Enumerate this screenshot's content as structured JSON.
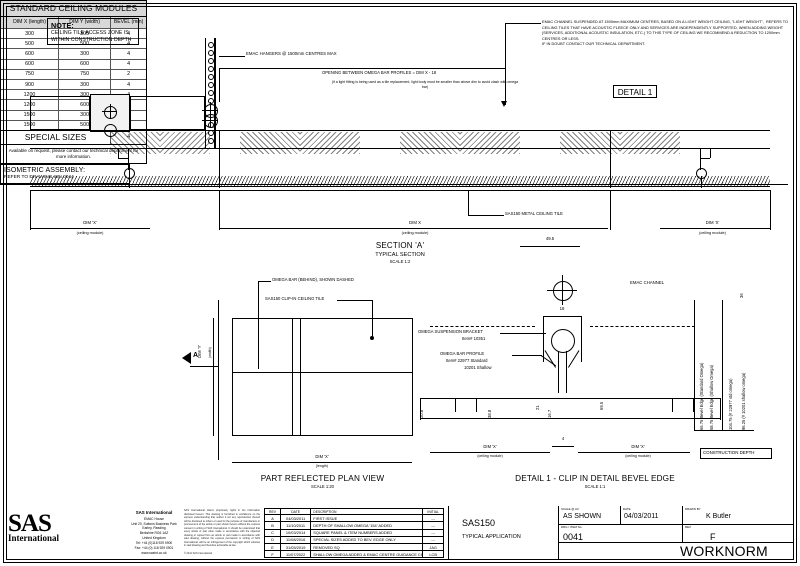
{
  "note_box": {
    "heading": "NOTE:",
    "body": "CEILING TILE ACCESS ZONE IS WITHIN CONSTRUCTION DEPTH"
  },
  "top_note": "EMAC CHANNEL SUSPENDED AT 1500mm MAXIMUM CENTRES, BASED ON A LIGHT WEIGHT CEILING, \"LIGHT WEIGHT\",  REFERS TO CEILING TILES THAT HAVE ACOUSTIC FLEECE ONLY AND SERVICES ARE INDEPENDENTLY SUPPORTED, WHEN ADDING WEIGHT (SERVICES, ADDITIONAL ACOUSTIC INSULATION, ETC.) TO THIS TYPE OF CEILING WE RECOMMEND A REDUCTION TO 1200mm CENTRES OR LESS.\nIF IN DOUBT CONTACT OUR TECHNICAL DEPARTMENT.",
  "detail_tag": "DETAIL 1",
  "callouts": {
    "hangers": "EMAC HANGERS @ 1500mm CENTRES MAX",
    "opening": "OPENING BETWEEN OMEGA BAR PROFILES = DIM X - 18",
    "opening_sub": "(if a light fitting is being used as a tile replacement, light body must be smaller than above dim to avoid clash with omega bar)",
    "metal_tile": "SAS150 METAL CEILING TILE",
    "omega_behind": "OMEGA BAR (BEHIND), SHOWN DASHED",
    "clip_in_tile": "SAS150 CLIP-IN CEILING TILE",
    "emac_channel": "EMAC CHANNEL",
    "suspension_bracket": "OMEGA SUSPENSION BRACKET",
    "suspension_bracket_item": "Item# 10351",
    "omega_profile": "OMEGA BAR PROFILE",
    "omega_profile_std": "Item# 22977  Standard",
    "omega_profile_shallow": "10201   Shallow",
    "construction_depth": "CONSTRUCTION DEPTH",
    "section_marker": "A"
  },
  "dimensions": {
    "dim_x": "DIM X",
    "dim_x_quote": "DIM 'X'",
    "dim_y_quote": "DIM 'Y'",
    "ceiling_module": "(ceiling module)",
    "length": "(length)",
    "width": "(width)",
    "d49_5": "49.5",
    "d18": "18",
    "d20_8": "20.8",
    "d38_8": "38.8",
    "d36": "36",
    "d21": "21",
    "d16_7": "16.7",
    "d69_5": "69.5",
    "d4": "4",
    "bevel_std": "66.75 Bevel Edge (Standard Omega)",
    "bevel_shallow": "58.75 Bevel Edge (Shallow Omega)",
    "depth_std": "104.75 (# 22977 std omega)",
    "depth_shallow": "96.25 (# 10201 shallow omega)"
  },
  "table": {
    "title": "STANDARD CEILING MODULES",
    "headers": [
      "DIM X (length)",
      "DIM Y (width)",
      "BEVEL (mm)"
    ],
    "rows": [
      [
        "300",
        "300",
        "4"
      ],
      [
        "500",
        "500",
        "4"
      ],
      [
        "600",
        "300",
        "4"
      ],
      [
        "600",
        "600",
        "4"
      ],
      [
        "750",
        "750",
        "2"
      ],
      [
        "900",
        "300",
        "4"
      ],
      [
        "1200",
        "300",
        "4"
      ],
      [
        "1200",
        "600",
        "4"
      ],
      [
        "1500",
        "300",
        "4"
      ],
      [
        "1500",
        "500",
        "4"
      ]
    ],
    "special_label": "SPECIAL SIZES",
    "special_bevel": "4",
    "footer": "Available on request, please contact our technical department for more information."
  },
  "isometric": {
    "heading": "ISOMETRIC ASSEMBLY:",
    "body": "REFER TO DRAWING WN 0044"
  },
  "view_titles": {
    "section_a": "SECTION 'A'",
    "section_a_sub": "TYPICAL SECTION",
    "section_a_scale": "SCALE 1:2",
    "plan": "PART REFLECTED PLAN VIEW",
    "plan_scale": "SCALE 1:20",
    "detail": "DETAIL 1 - CLIP IN DETAIL BEVEL EDGE",
    "detail_scale": "SCALE 1:1"
  },
  "company": {
    "logo": "SAS",
    "logo_sub": "International",
    "name": "SAS International",
    "address": "EMAC House\nUnit 20, Suttons Business Park\nEarley, Reading\nBerkshire RG6 1AZ\nUnited Kingdom\nTel: +44 (0)118 929 0900\nFax: +44 (0) 118 929 0901\nwww.sasint.co.uk",
    "legal": "SAS International claims proprietary rights in the information disclosed hereon. This drawing is furnished in confidence on the express understanding that neither it nor any reproduction thereof will be disclosed to others or used for the purpose of manufacture or procurement of the article or part shown hereon without the express consent in writing of SAS International. It should be understood that every article or part other made in accordance with the objected drawing or copied from an article or part made in accordance with said drawing, without the express permission in writing of SAS International, will be an infringement of the copyright which subsists in said drawing and therefore actionable at law.\n\n© 2011 SAS International"
  },
  "revisions": {
    "headers": [
      "REV",
      "DATE",
      "DESCRIPTION",
      "INITIAL"
    ],
    "rows": [
      [
        "A",
        "04/03/2011",
        "FIRST ISSUE",
        "---"
      ],
      [
        "B",
        "11/10/2011",
        "DEPTH OF SHALLOW OMEGA '154' ADDED",
        "---"
      ],
      [
        "C",
        "10/03/2014",
        "SQUARE PANEL & ITEM NUMBERS ADDED",
        "---"
      ],
      [
        "D",
        "11/08/2016",
        "SPECIAL SIZES ADDED TO BEV. EDGE ONLY",
        "---"
      ],
      [
        "E",
        "31/05/2019",
        "REMOVED SQ",
        "JAG"
      ],
      [
        "F",
        "11/07/2022",
        "SHALLOW OMEGA ADDED & EMAC CENTRE GUIDANCE CHANGED",
        "LCB"
      ]
    ]
  },
  "titleblock": {
    "drawing_title": "SAS150",
    "drawing_subtitle": "TYPICAL APPLICATION",
    "scale_label": "SCALE @ A3",
    "scale_value": "AS SHOWN",
    "date_label": "DATE",
    "date_value": "04/03/2011",
    "drawn_by_label": "DRAWN BY",
    "drawn_by_value": "K Butler",
    "drg_item_label": "DRG / ITEM No.",
    "drg_item_value": "0041",
    "rev_label": "REV",
    "rev_value": "F",
    "standard": "WORKNORM"
  }
}
